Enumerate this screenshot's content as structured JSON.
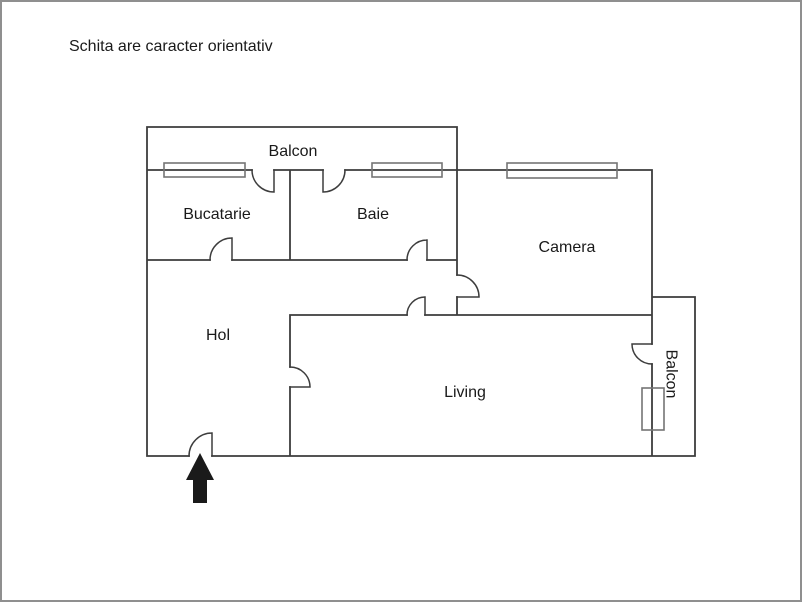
{
  "title": "Schita are caracter orientativ",
  "rooms": {
    "balcon_top": "Balcon",
    "bucatarie": "Bucatarie",
    "baie": "Baie",
    "camera": "Camera",
    "hol": "Hol",
    "living": "Living",
    "balcon_right": "Balcon"
  },
  "colors": {
    "wall": "#3d3d3d",
    "window": "#757575",
    "text": "#1a1a1a",
    "arrow": "#1a1a1a",
    "page_border": "#8f8f8f",
    "background": "#ffffff"
  }
}
